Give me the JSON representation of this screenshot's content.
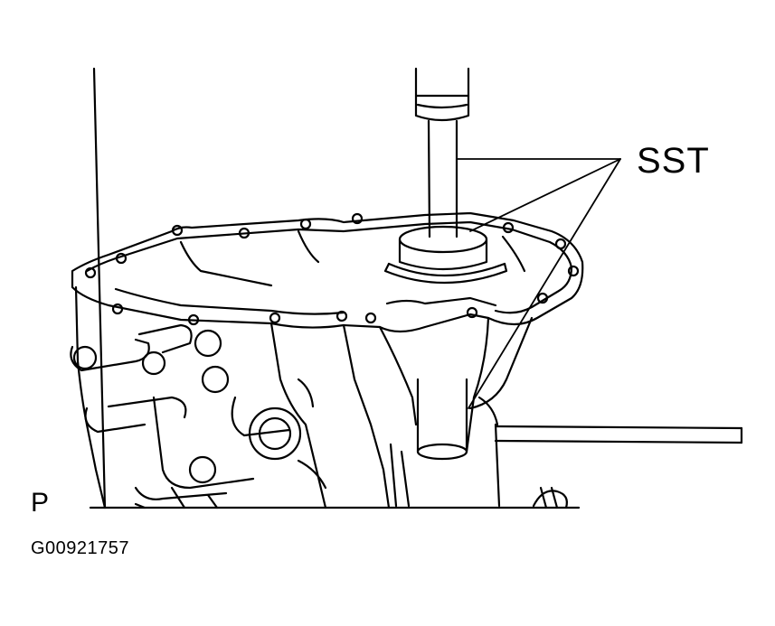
{
  "labels": {
    "tool": "SST",
    "view_marker": "P",
    "figure_code": "G00921757"
  },
  "colors": {
    "ink": "#000000",
    "paper": "#ffffff"
  }
}
